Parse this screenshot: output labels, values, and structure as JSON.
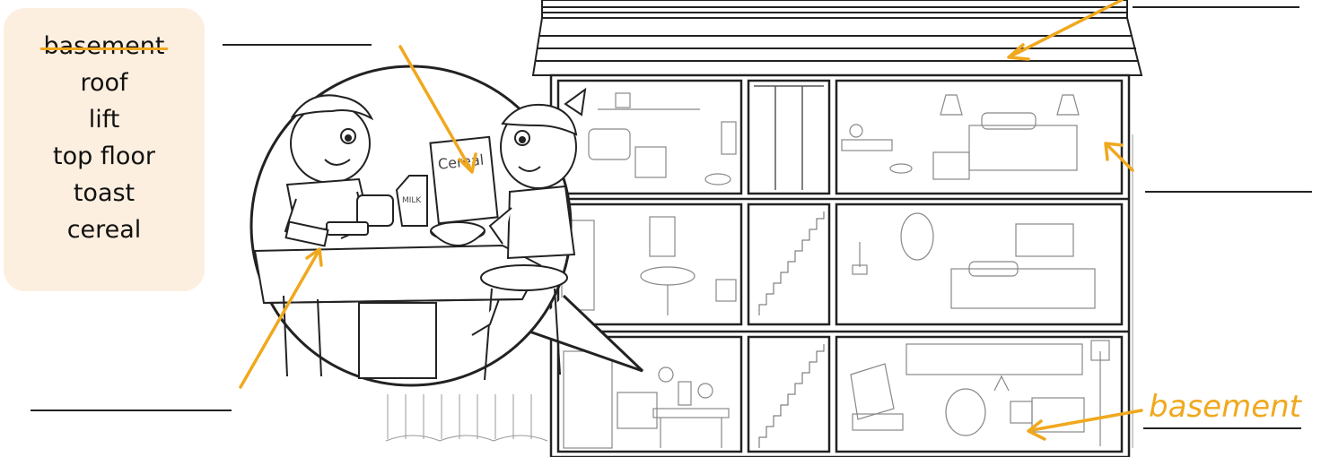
{
  "word_bank": {
    "words": [
      {
        "text": "basement",
        "crossed_out": true
      },
      {
        "text": "roof",
        "crossed_out": false
      },
      {
        "text": "lift",
        "crossed_out": false
      },
      {
        "text": "top floor",
        "crossed_out": false
      },
      {
        "text": "toast",
        "crossed_out": false
      },
      {
        "text": "cereal",
        "crossed_out": false
      }
    ]
  },
  "illustration": {
    "cereal_box_text": "Cereal",
    "milk_carton_text": "MILK"
  },
  "example_answer": "basement",
  "colors": {
    "accent": "#f0a81e",
    "word_box_bg": "#fdefdf",
    "ink": "#222222"
  }
}
